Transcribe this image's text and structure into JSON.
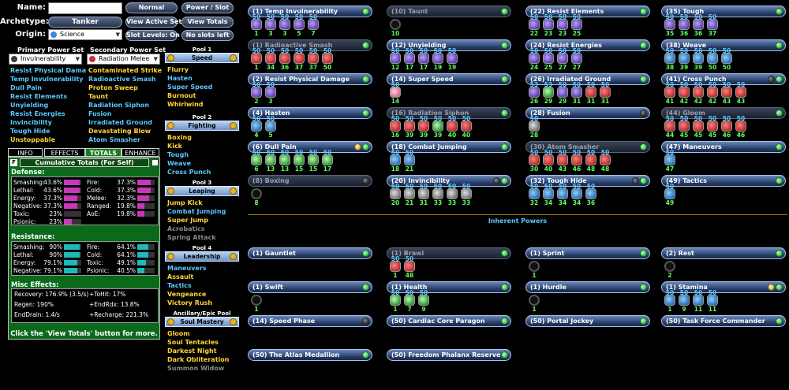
{
  "settings": {
    "name_label": "Name:",
    "name_value": "",
    "archetype_label": "Archetype:",
    "archetype_value": "Tanker",
    "origin_label": "Origin:",
    "origin_value": "Science"
  },
  "buttons": {
    "normal": "Normal",
    "power_slot": "Power / Slot",
    "view_active_sets": "View Active Sets",
    "view_totals": "View Totals",
    "slot_levels": "Slot Levels: On",
    "no_slots_left": "No slots left"
  },
  "primary": {
    "header": "Primary Power Set",
    "selected": "Invulnerability",
    "powers": [
      {
        "label": "Resist  Physical Dama",
        "state": "blue"
      },
      {
        "label": "Temp Invulnerability",
        "state": "blue"
      },
      {
        "label": "Dull Pain",
        "state": "blue"
      },
      {
        "label": "Resist Elements",
        "state": "blue"
      },
      {
        "label": "Unyielding",
        "state": "blue"
      },
      {
        "label": "Resist Energies",
        "state": "blue"
      },
      {
        "label": "Invincibility",
        "state": "blue"
      },
      {
        "label": "Tough Hide",
        "state": "blue"
      },
      {
        "label": "Unstoppable",
        "state": "yel"
      }
    ]
  },
  "secondary": {
    "header": "Secondary Power Set",
    "selected": "Radiation Melee",
    "powers": [
      {
        "label": "Contaminated Strike",
        "state": "yel"
      },
      {
        "label": "Radioactive Smash",
        "state": "blue"
      },
      {
        "label": "Proton Sweep",
        "state": "yel"
      },
      {
        "label": "Taunt",
        "state": "yel"
      },
      {
        "label": "Radiation Siphon",
        "state": "blue"
      },
      {
        "label": "Fusion",
        "state": "blue"
      },
      {
        "label": "Irradiated Ground",
        "state": "blue"
      },
      {
        "label": "Devastating Blow",
        "state": "yel"
      },
      {
        "label": "Atom Smasher",
        "state": "blue"
      }
    ]
  },
  "pools": [
    {
      "header": "Pool 1",
      "name": "Speed",
      "powers": [
        {
          "label": "Flurry",
          "state": "yel"
        },
        {
          "label": "Hasten",
          "state": "blue"
        },
        {
          "label": "Super Speed",
          "state": "blue"
        },
        {
          "label": "Burnout",
          "state": "yel"
        },
        {
          "label": "Whirlwind",
          "state": "yel"
        }
      ]
    },
    {
      "header": "Pool 2",
      "name": "Fighting",
      "powers": [
        {
          "label": "Boxing",
          "state": "yel"
        },
        {
          "label": "Kick",
          "state": "yel"
        },
        {
          "label": "Tough",
          "state": "blue"
        },
        {
          "label": "Weave",
          "state": "blue"
        },
        {
          "label": "Cross Punch",
          "state": "blue"
        }
      ]
    },
    {
      "header": "Pool 3",
      "name": "Leaping",
      "powers": [
        {
          "label": "Jump Kick",
          "state": "yel"
        },
        {
          "label": "Combat Jumping",
          "state": "blue"
        },
        {
          "label": "Super Jump",
          "state": "yel"
        },
        {
          "label": "Acrobatics",
          "state": "gray"
        },
        {
          "label": "Spring Attack",
          "state": "gray"
        }
      ]
    },
    {
      "header": "Pool 4",
      "name": "Leadership",
      "powers": [
        {
          "label": "Maneuvers",
          "state": "blue"
        },
        {
          "label": "Assault",
          "state": "yel"
        },
        {
          "label": "Tactics",
          "state": "blue"
        },
        {
          "label": "Vengeance",
          "state": "yel"
        },
        {
          "label": "Victory Rush",
          "state": "yel"
        }
      ]
    },
    {
      "header": "Ancillary/Epic Pool",
      "name": "Soul Mastery",
      "powers": [
        {
          "label": "Gloom",
          "state": "yel"
        },
        {
          "label": "Soul Tentacles",
          "state": "yel"
        },
        {
          "label": "Darkest Night",
          "state": "yel"
        },
        {
          "label": "Dark Obliteration",
          "state": "yel"
        },
        {
          "label": "Summon Widow",
          "state": "gray"
        }
      ]
    }
  ],
  "tabs": [
    "INFO",
    "EFFECTS",
    "TOTALS",
    "ENHANCE"
  ],
  "totals": {
    "title": "Cumulative Totals (For Self)",
    "defense_label": "Defense:",
    "defense": [
      {
        "name": "Smashing:",
        "value": "43.6%",
        "frac": 0.9
      },
      {
        "name": "Lethal:",
        "value": "43.6%",
        "frac": 0.9
      },
      {
        "name": "Energy:",
        "value": "37.3%",
        "frac": 0.78
      },
      {
        "name": "Negative:",
        "value": "37.3%",
        "frac": 0.78
      },
      {
        "name": "Toxic:",
        "value": "23%",
        "frac": 0.0
      },
      {
        "name": "Psionic:",
        "value": "23%",
        "frac": 0.45
      },
      {
        "name": "Fire:",
        "value": "37.3%",
        "frac": 0.78
      },
      {
        "name": "Cold:",
        "value": "37.3%",
        "frac": 0.78
      },
      {
        "name": "Melee:",
        "value": "32.3%",
        "frac": 0.68
      },
      {
        "name": "Ranged:",
        "value": "19.8%",
        "frac": 0.41
      },
      {
        "name": "AoE:",
        "value": "19.8%",
        "frac": 0.41
      }
    ],
    "resistance_label": "Resistance:",
    "resistance": [
      {
        "name": "Smashing:",
        "value": "90%",
        "frac": 0.9
      },
      {
        "name": "Lethal:",
        "value": "90%",
        "frac": 0.9
      },
      {
        "name": "Energy:",
        "value": "79.1%",
        "frac": 0.79
      },
      {
        "name": "Negative:",
        "value": "79.1%",
        "frac": 0.79
      },
      {
        "name": "Fire:",
        "value": "64.1%",
        "frac": 0.64
      },
      {
        "name": "Cold:",
        "value": "64.1%",
        "frac": 0.64
      },
      {
        "name": "Toxic:",
        "value": "49.1%",
        "frac": 0.49
      },
      {
        "name": "Psionic:",
        "value": "40.5%",
        "frac": 0.4
      }
    ],
    "misc_label": "Misc Effects:",
    "misc": [
      {
        "name": "Recovery: ",
        "value": "176.9% (3.5/s)"
      },
      {
        "name": "Regen: ",
        "value": "190%"
      },
      {
        "name": "EndDrain: ",
        "value": "1.4/s"
      },
      {
        "name": "+ToHit: ",
        "value": "17%"
      },
      {
        "name": "+EndRdx: ",
        "value": "13.8%"
      },
      {
        "name": "+Recharge: ",
        "value": "221.3%"
      }
    ],
    "footer": "Click the 'View Totals' button for more."
  },
  "inherent_header": "Inherent Powers",
  "build": [
    {
      "label": "(1) Temp Invulnerability",
      "dim": false,
      "dot": "g",
      "slots": [
        [
          "pur",
          "1",
          "50"
        ],
        [
          "pur",
          "3",
          "50"
        ],
        [
          "pur",
          "3",
          "50"
        ],
        [
          "pur",
          "5",
          "50"
        ],
        [
          "pur",
          "7",
          "50"
        ]
      ]
    },
    {
      "label": "(10) Taunt",
      "dim": true,
      "dot": "g",
      "slots": [
        [
          "empty",
          "10",
          ""
        ]
      ]
    },
    {
      "label": "(22) Resist Elements",
      "dim": false,
      "dot": "g",
      "slots": [
        [
          "pur",
          "22",
          "50"
        ],
        [
          "pur",
          "23",
          "50"
        ],
        [
          "pur",
          "23",
          "50"
        ],
        [
          "pur",
          "25",
          "50"
        ]
      ]
    },
    {
      "label": "(35) Tough",
      "dim": false,
      "dot": "g",
      "slots": [
        [
          "pur",
          "35",
          "50"
        ],
        [
          "pur",
          "36",
          "50"
        ],
        [
          "pur",
          "36",
          "50"
        ],
        [
          "pur",
          "37",
          "50"
        ]
      ]
    },
    {
      "label": "(1) Radioactive Smash",
      "dim": true,
      "dot": "g",
      "slots": [
        [
          "red",
          "1",
          "50"
        ],
        [
          "red",
          "34",
          "50"
        ],
        [
          "red",
          "36",
          "50"
        ],
        [
          "red",
          "37",
          "50"
        ],
        [
          "red",
          "37",
          "50"
        ],
        [
          "red",
          "50",
          "50"
        ]
      ]
    },
    {
      "label": "(12) Unyielding",
      "dim": false,
      "dot": "g",
      "slots": [
        [
          "pur",
          "12",
          "50"
        ],
        [
          "pur",
          "17",
          "50"
        ],
        [
          "pur",
          "17",
          "50"
        ],
        [
          "pur",
          "19",
          "50"
        ],
        [
          "pur",
          "19",
          "50"
        ]
      ]
    },
    {
      "label": "(24) Resist Energies",
      "dim": false,
      "dot": "g",
      "slots": [
        [
          "pur",
          "24",
          "50"
        ],
        [
          "pur",
          "25",
          "50"
        ],
        [
          "pur",
          "27",
          "50"
        ],
        [
          "pur",
          "27",
          "50"
        ]
      ]
    },
    {
      "label": "(38) Weave",
      "dim": false,
      "dot": "g",
      "slots": [
        [
          "blu",
          "38",
          "50"
        ],
        [
          "blu",
          "39",
          "50"
        ],
        [
          "blu",
          "39",
          "50"
        ],
        [
          "blu",
          "50",
          "50"
        ],
        [
          "blu",
          "50",
          "50"
        ]
      ]
    },
    {
      "label": "(2) Resist Physical Damage",
      "dim": false,
      "dot": "g",
      "slots": [
        [
          "pur",
          "2",
          "50"
        ],
        [
          "pur",
          "3",
          "50"
        ]
      ]
    },
    {
      "label": "(14) Super Speed",
      "dim": false,
      "dot": "g",
      "slots": [
        [
          "pnk",
          "14",
          "50"
        ]
      ]
    },
    {
      "label": "(26) Irradiated Ground",
      "dim": false,
      "dot": "g",
      "slots": [
        [
          "pur",
          "26",
          "53"
        ],
        [
          "grn",
          "29",
          "53"
        ],
        [
          "pur",
          "29",
          "50"
        ],
        [
          "pur",
          "31",
          "50"
        ],
        [
          "red",
          "31",
          "50"
        ],
        [
          "red",
          "31",
          "50"
        ]
      ]
    },
    {
      "label": "(41) Cross Punch",
      "dim": false,
      "dot": "g",
      "dotk": true,
      "slots": [
        [
          "red",
          "41",
          "50"
        ],
        [
          "red",
          "42",
          "50"
        ],
        [
          "red",
          "42",
          "50"
        ],
        [
          "red",
          "42",
          "50"
        ],
        [
          "red",
          "43",
          "50"
        ],
        [
          "red",
          "43",
          "50"
        ]
      ]
    },
    {
      "label": "(4) Hasten",
      "dim": false,
      "dot": "g",
      "slots": [
        [
          "blu",
          "4",
          "50"
        ],
        [
          "blu",
          "5",
          "50"
        ]
      ]
    },
    {
      "label": "(16) Radiation Siphon",
      "dim": true,
      "dot": "y",
      "slots": [
        [
          "red",
          "16",
          "50"
        ],
        [
          "red",
          "39",
          "50"
        ],
        [
          "red",
          "39",
          "50"
        ],
        [
          "grn",
          "39",
          "50"
        ],
        [
          "red",
          "40",
          "50"
        ],
        [
          "red",
          "40",
          "50"
        ]
      ]
    },
    {
      "label": "(28) Fusion",
      "dim": false,
      "dot": "d",
      "slots": [
        [
          "gry",
          "28",
          "50"
        ]
      ]
    },
    {
      "label": "(44) Gloom",
      "dim": true,
      "dot": "g",
      "slots": [
        [
          "red",
          "44",
          "50"
        ],
        [
          "red",
          "45",
          "50"
        ],
        [
          "red",
          "45",
          "50"
        ],
        [
          "red",
          "45",
          "50"
        ],
        [
          "red",
          "46",
          "50"
        ],
        [
          "red",
          "46",
          "50"
        ]
      ]
    },
    {
      "label": "(6) Dull Pain",
      "dim": false,
      "dot": "g",
      "doty": true,
      "slots": [
        [
          "grn",
          "6",
          "50"
        ],
        [
          "grn",
          "13",
          "50"
        ],
        [
          "grn",
          "13",
          "50"
        ],
        [
          "grn",
          "15",
          "50"
        ],
        [
          "grn",
          "15",
          "50"
        ],
        [
          "grn",
          "17",
          "50"
        ]
      ]
    },
    {
      "label": "(18) Combat Jumping",
      "dim": false,
      "dot": "g",
      "slots": [
        [
          "blu",
          "18",
          "50"
        ],
        [
          "blu",
          "21",
          "50"
        ]
      ]
    },
    {
      "label": "(30) Atom Smasher",
      "dim": true,
      "dot": "g",
      "slots": [
        [
          "red",
          "30",
          "50"
        ],
        [
          "red",
          "40",
          "50"
        ],
        [
          "red",
          "43",
          "50"
        ],
        [
          "red",
          "46",
          "50"
        ],
        [
          "red",
          "48",
          "50"
        ],
        [
          "red",
          "48",
          "50"
        ]
      ]
    },
    {
      "label": "(47) Maneuvers",
      "dim": false,
      "dot": "g",
      "slots": [
        [
          "blu",
          "47",
          "50"
        ]
      ]
    },
    {
      "label": "(8) Boxing",
      "dim": true,
      "dot": "d",
      "slots": [
        [
          "empty",
          "8",
          ""
        ]
      ]
    },
    {
      "label": "(20) Invincibility",
      "dim": false,
      "dot": "g",
      "dotk": true,
      "slots": [
        [
          "gry",
          "20",
          "50"
        ],
        [
          "gry",
          "21",
          "50"
        ],
        [
          "gry",
          "31",
          "50"
        ],
        [
          "gry",
          "33",
          "50"
        ],
        [
          "gry",
          "33",
          "50"
        ],
        [
          "gry",
          "33",
          "50"
        ]
      ]
    },
    {
      "label": "(32) Tough Hide",
      "dim": false,
      "dot": "g",
      "dotk": true,
      "slots": [
        [
          "blu",
          "32",
          "50"
        ],
        [
          "blu",
          "34",
          "50"
        ],
        [
          "blu",
          "34",
          "50"
        ],
        [
          "blu",
          "34",
          "50"
        ],
        [
          "blu",
          "36",
          "50"
        ]
      ]
    },
    {
      "label": "(49) Tactics",
      "dim": false,
      "dot": "g",
      "slots": [
        [
          "blu",
          "49",
          "50"
        ]
      ]
    }
  ],
  "inherent": [
    {
      "label": "(1) Gauntlet",
      "dim": false,
      "dot": "g",
      "slots": []
    },
    {
      "label": "(1) Brawl",
      "dim": true,
      "dot": "g",
      "slots": [
        [
          "red",
          "1",
          "50"
        ],
        [
          "red",
          "48",
          "50"
        ]
      ]
    },
    {
      "label": "(1) Sprint",
      "dim": false,
      "dot": "g",
      "slots": [
        [
          "empty",
          "1",
          ""
        ]
      ]
    },
    {
      "label": "(2) Rest",
      "dim": false,
      "dot": "g",
      "slots": [
        [
          "empty",
          "2",
          ""
        ]
      ]
    },
    {
      "label": "(1) Swift",
      "dim": false,
      "dot": "g",
      "slots": [
        [
          "empty",
          "1",
          ""
        ]
      ]
    },
    {
      "label": "(1) Health",
      "dim": false,
      "dot": "g",
      "slots": [
        [
          "grn",
          "1",
          "50"
        ],
        [
          "grn",
          "7",
          "50"
        ],
        [
          "grn",
          "9",
          "50"
        ]
      ]
    },
    {
      "label": "(1) Hurdle",
      "dim": false,
      "dot": "g",
      "slots": [
        [
          "empty",
          "1",
          ""
        ]
      ]
    },
    {
      "label": "(1) Stamina",
      "dim": false,
      "dot": "g",
      "doty": true,
      "slots": [
        [
          "blu",
          "1",
          "50"
        ],
        [
          "blu",
          "9",
          "50"
        ],
        [
          "blu",
          "11",
          "50"
        ],
        [
          "blu",
          "11",
          "50"
        ]
      ]
    },
    {
      "label": "(14) Speed Phase",
      "dim": false,
      "dot": "d",
      "slots": []
    },
    {
      "label": "(50) Cardiac Core Paragon",
      "dim": false,
      "dot": "g",
      "slots": []
    },
    {
      "label": "(50) Portal Jockey",
      "dim": false,
      "dot": "g",
      "slots": []
    },
    {
      "label": "(50) Task Force Commander",
      "dim": false,
      "dot": "g",
      "slots": []
    },
    {
      "label": "(50) The Atlas Medallion",
      "dim": false,
      "dot": "g",
      "slots": []
    },
    {
      "label": "(50) Freedom Phalanx Reserve",
      "dim": false,
      "dot": "g",
      "slots": []
    }
  ],
  "colors": {
    "accent_blue": "#5ac8ff",
    "accent_yellow": "#ffd43a",
    "panel_green": "#0a6a1a",
    "defense_bar": "#c838b8",
    "resist_bar": "#20b8b8",
    "slot_level_green": "#5cff5c"
  }
}
